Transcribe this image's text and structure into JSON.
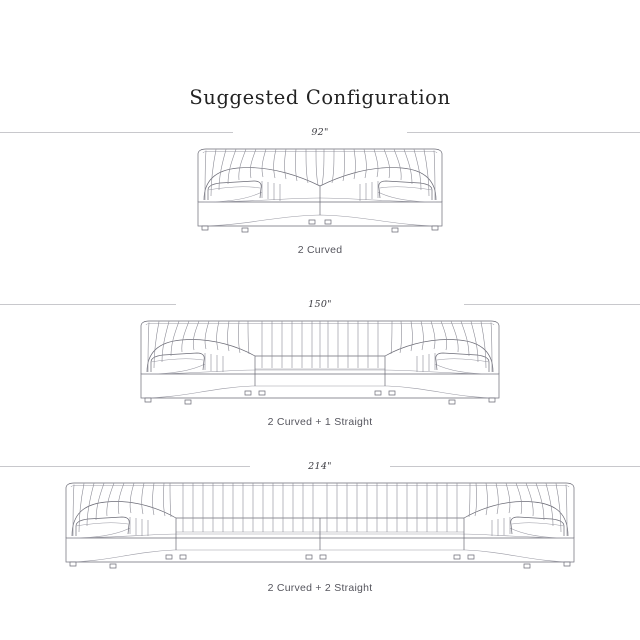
{
  "page": {
    "title": "Suggested Configuration",
    "background_color": "#ffffff",
    "line_color": "#6b6b76",
    "rule_color": "#c8c8cc",
    "text_color": "#3c3c42"
  },
  "configurations": [
    {
      "id": "config-2-curved",
      "dimension": "92\"",
      "caption": "2 Curved",
      "modules": [
        "Curved",
        "Curved"
      ],
      "curved_count": 2,
      "straight_count": 0,
      "seam_count": 1
    },
    {
      "id": "config-2-curved-1-straight",
      "dimension": "150\"",
      "caption": "2 Curved + 1 Straight",
      "modules": [
        "Curved",
        "Straight",
        "Curved"
      ],
      "curved_count": 2,
      "straight_count": 1,
      "seam_count": 2
    },
    {
      "id": "config-2-curved-2-straight",
      "dimension": "214\"",
      "caption": "2 Curved + 2 Straight",
      "modules": [
        "Curved",
        "Straight",
        "Straight",
        "Curved"
      ],
      "curved_count": 2,
      "straight_count": 2,
      "seam_count": 3
    }
  ]
}
